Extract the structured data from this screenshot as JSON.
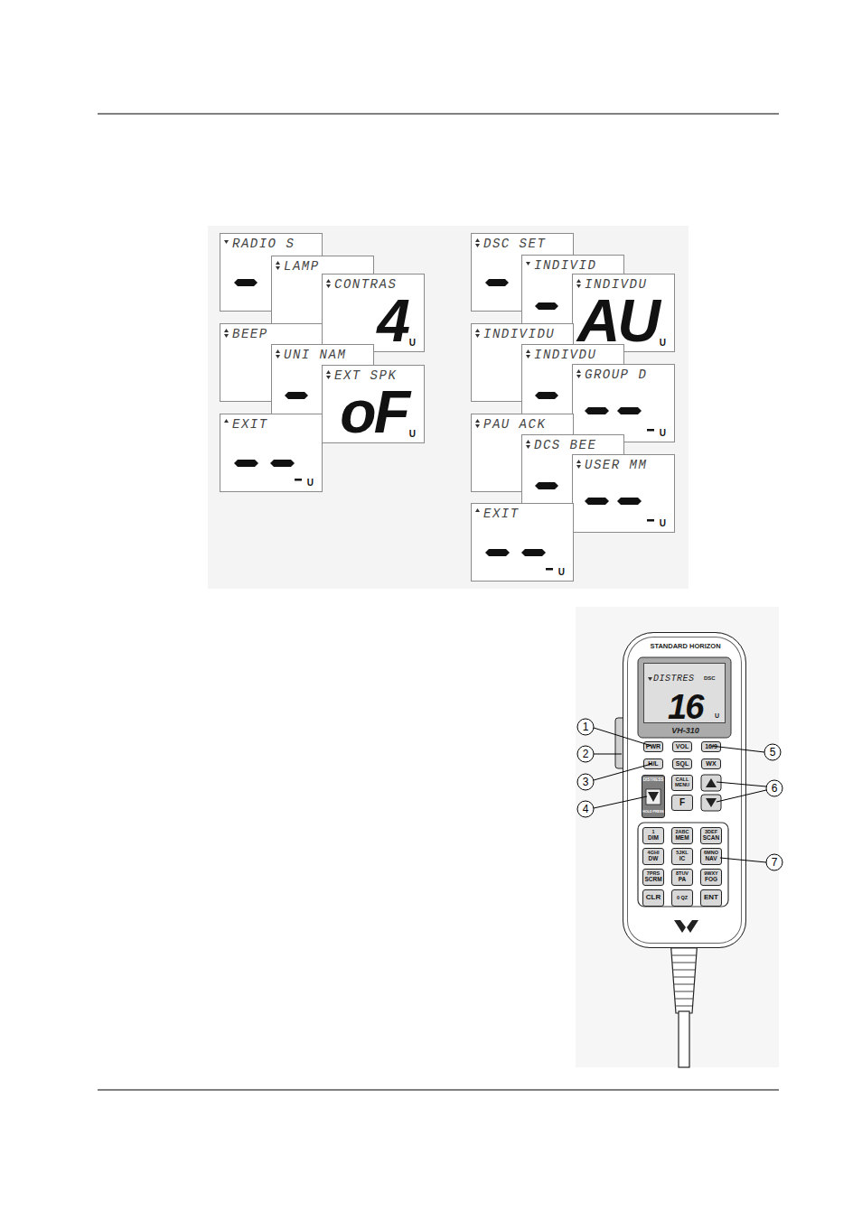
{
  "diagram": {
    "nodes": [
      {
        "text": [
          "RADIO S"
        ]
      },
      {
        "text": [
          "LAMP"
        ]
      },
      {
        "text": [
          "CONTRAS",
          "4",
          "U"
        ]
      },
      {
        "text": [
          "BEEP"
        ]
      },
      {
        "text": [
          "UNI NAM"
        ]
      },
      {
        "text": [
          "EXT SPK",
          "oF",
          "U"
        ]
      },
      {
        "text": [
          "EXIT",
          "U"
        ]
      },
      {
        "text": [
          "DSC SET"
        ]
      },
      {
        "text": [
          "INDIVID"
        ]
      },
      {
        "text": [
          "INDIVDU",
          "AU",
          "U"
        ]
      },
      {
        "text": [
          "INDIVIDU"
        ]
      },
      {
        "text": [
          "INDIVDU"
        ]
      },
      {
        "text": [
          "GROUP D",
          "U"
        ]
      },
      {
        "text": [
          "PAU ACK"
        ]
      },
      {
        "text": [
          "DCS BEE"
        ]
      },
      {
        "text": [
          "USER MM",
          "U"
        ]
      },
      {
        "text": [
          "EXIT",
          "U"
        ]
      },
      {
        "text": [
          "STANDARD HORIZON",
          "VH-310"
        ]
      },
      {
        "text": [
          "DISTRES",
          "DSC",
          "16",
          "U"
        ],
        "in": 17
      },
      {
        "text": [
          "PWR"
        ],
        "in": 17
      },
      {
        "text": [
          "VOL"
        ],
        "in": 17
      },
      {
        "text": [
          "16/9"
        ],
        "in": 17
      },
      {
        "text": [
          "H/L"
        ],
        "in": 17
      },
      {
        "text": [
          "SQL"
        ],
        "in": 17
      },
      {
        "text": [
          "WX"
        ],
        "in": 17
      },
      {
        "text": [
          "DISTRESS",
          "HOLD PRESS"
        ],
        "in": 17
      },
      {
        "text": [
          "CALL MENU"
        ],
        "in": 17
      },
      {
        "text": [
          "F"
        ],
        "in": 17
      },
      {
        "text": [
          "1",
          "DIM"
        ],
        "in": 17
      },
      {
        "text": [
          "2ABC",
          "MEM"
        ],
        "in": 17
      },
      {
        "text": [
          "3DEF",
          "SCAN"
        ],
        "in": 17
      },
      {
        "text": [
          "4GHI",
          "DW"
        ],
        "in": 17
      },
      {
        "text": [
          "5JKL",
          "IC"
        ],
        "in": 17
      },
      {
        "text": [
          "6MNO",
          "NAV"
        ],
        "in": 17
      },
      {
        "text": [
          "7PRS",
          "SCRM"
        ],
        "in": 17
      },
      {
        "text": [
          "8TUV",
          "PA"
        ],
        "in": 17
      },
      {
        "text": [
          "9WXY",
          "FOG"
        ],
        "in": 17
      },
      {
        "text": [
          "CLR"
        ],
        "in": 17
      },
      {
        "text": [
          "0 QZ"
        ],
        "in": 17
      },
      {
        "text": [
          "ENT"
        ],
        "in": 17
      }
    ],
    "labels": [
      "1",
      "2",
      "3",
      "4",
      "5",
      "6",
      "7"
    ]
  }
}
